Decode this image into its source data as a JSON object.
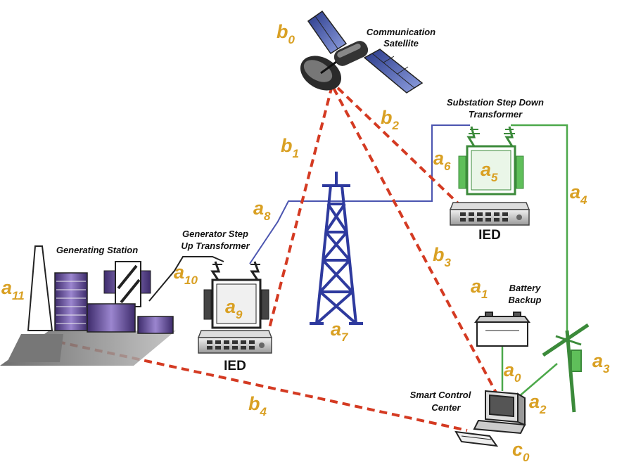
{
  "colors": {
    "label": "#d9a023",
    "wireless_link": "#d43a22",
    "wired_link_blue": "#4b55b0",
    "wired_link_green": "#4ca84a",
    "wired_link_black": "#222222",
    "tower": "#2e3a9e"
  },
  "captions": {
    "satellite": [
      "Communication",
      "Satellite"
    ],
    "substation": [
      "Substation Step Down",
      "Transformer"
    ],
    "generating_station": [
      "Generating Station"
    ],
    "generator_transformer": [
      "Generator Step",
      "Up Transformer"
    ],
    "battery": [
      "Battery",
      "Backup"
    ],
    "control_center": [
      "Smart Control",
      "Center"
    ],
    "ied_substation": "IED",
    "ied_generator": "IED"
  },
  "labels": {
    "b0": {
      "main": "b",
      "sub": "0"
    },
    "b1": {
      "main": "b",
      "sub": "1"
    },
    "b2": {
      "main": "b",
      "sub": "2"
    },
    "b3": {
      "main": "b",
      "sub": "3"
    },
    "b4": {
      "main": "b",
      "sub": "4"
    },
    "a0": {
      "main": "a",
      "sub": "0"
    },
    "a1": {
      "main": "a",
      "sub": "1"
    },
    "a2": {
      "main": "a",
      "sub": "2"
    },
    "a3": {
      "main": "a",
      "sub": "3"
    },
    "a4": {
      "main": "a",
      "sub": "4"
    },
    "a5": {
      "main": "a",
      "sub": "5"
    },
    "a6": {
      "main": "a",
      "sub": "6"
    },
    "a7": {
      "main": "a",
      "sub": "7"
    },
    "a8": {
      "main": "a",
      "sub": "8"
    },
    "a9": {
      "main": "a",
      "sub": "9"
    },
    "a10": {
      "main": "a",
      "sub": "10"
    },
    "a11": {
      "main": "a",
      "sub": "11"
    },
    "c0": {
      "main": "c",
      "sub": "0"
    }
  },
  "icons": {
    "satellite": "satellite-icon",
    "substation_transformer": "transformer-icon",
    "generator_transformer": "transformer-icon",
    "generating_station": "power-plant-icon",
    "transmission_tower": "transmission-tower-icon",
    "distribution_pole": "utility-pole-icon",
    "battery": "battery-icon",
    "control_center": "computer-icon",
    "ied": "ied-device-icon"
  }
}
